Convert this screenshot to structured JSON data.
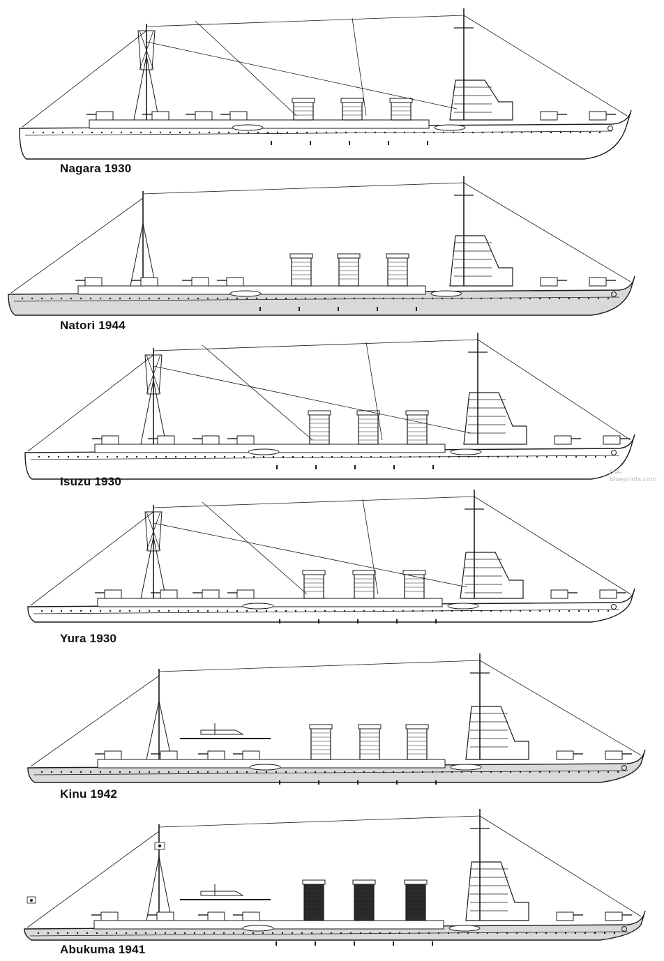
{
  "ships": [
    {
      "id": "nagara",
      "label": "Nagara 1930",
      "shaded": false,
      "aircraft": false,
      "flags": false
    },
    {
      "id": "natori",
      "label": "Natori 1944",
      "shaded": true,
      "aircraft": false,
      "flags": false
    },
    {
      "id": "isuzu",
      "label": "Isuzu 1930",
      "shaded": false,
      "aircraft": false,
      "flags": false
    },
    {
      "id": "yura",
      "label": "Yura 1930",
      "shaded": false,
      "aircraft": false,
      "flags": false
    },
    {
      "id": "kinu",
      "label": "Kinu 1942",
      "shaded": true,
      "aircraft": true,
      "flags": false
    },
    {
      "id": "abukuma",
      "label": "Abukuma 1941",
      "shaded": true,
      "aircraft": true,
      "flags": true
    }
  ],
  "watermark": "the-blueprints.com",
  "colors": {
    "line": "#1a1a1a",
    "hull_shaded": "#d9d9d9",
    "funnel_dark": "#2b2b2b"
  }
}
